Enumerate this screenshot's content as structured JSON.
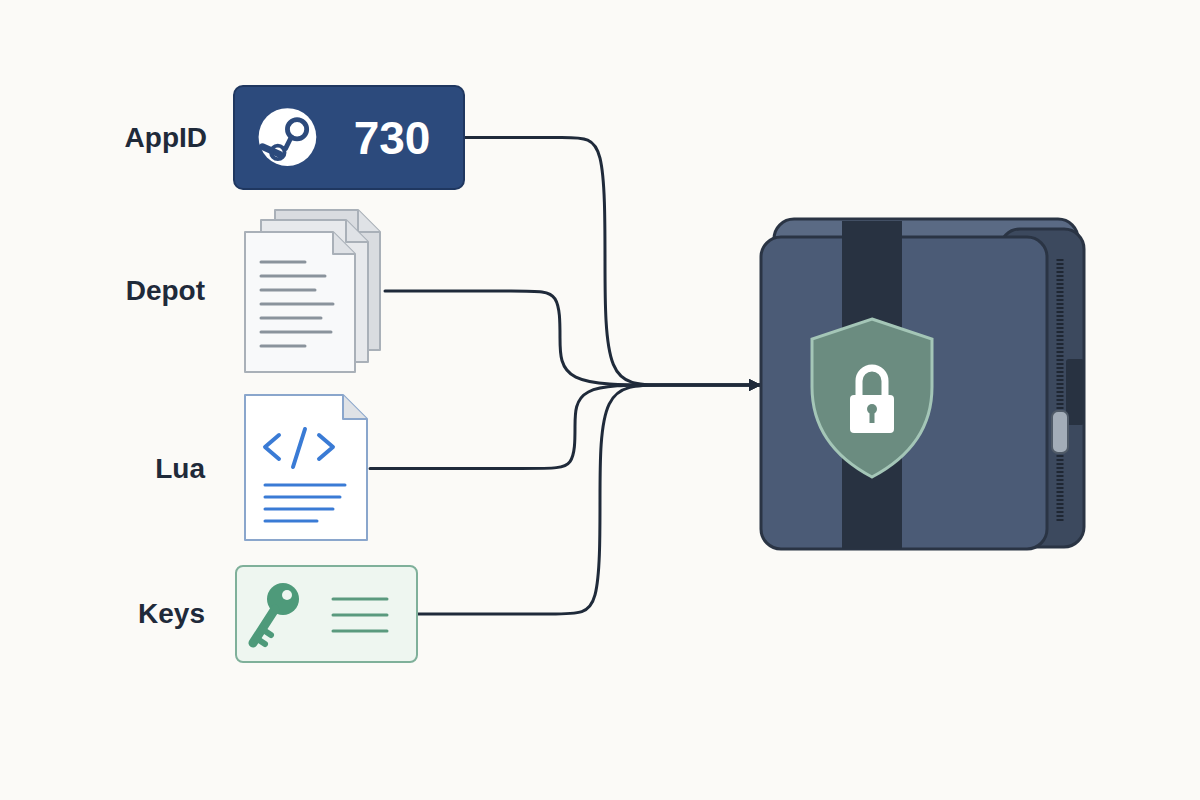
{
  "diagram": {
    "nodes": [
      {
        "text": [
          "AppID",
          "730"
        ]
      },
      {
        "text": [
          "Depot"
        ]
      },
      {
        "text": [
          "Lua"
        ]
      },
      {
        "text": [
          "Keys"
        ]
      },
      {
        "text": []
      }
    ],
    "edges": [
      {
        "from": 0,
        "to": 4,
        "arrow": "to"
      },
      {
        "from": 1,
        "to": 4,
        "arrow": "to"
      },
      {
        "from": 2,
        "to": 4,
        "arrow": "to"
      },
      {
        "from": 3,
        "to": 4,
        "arrow": "to"
      }
    ]
  }
}
